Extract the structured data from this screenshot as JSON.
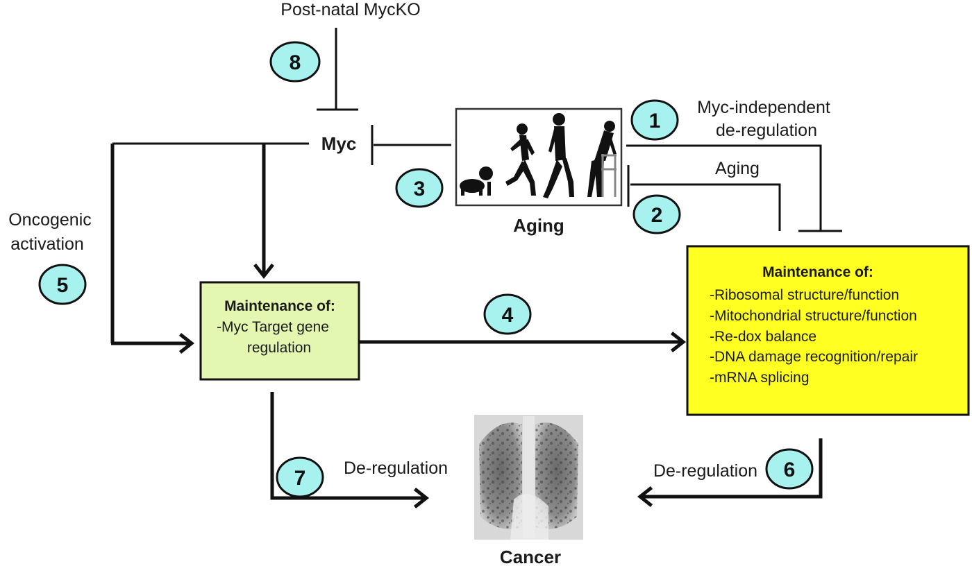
{
  "labels": {
    "post_natal": "Post-natal MycKO",
    "myc": "Myc",
    "myc_independent_line1": "Myc-independent",
    "myc_independent_line2": "de-regulation",
    "aging_small": "Aging",
    "aging_caption": "Aging",
    "oncogenic_line1": "Oncogenic",
    "oncogenic_line2": "activation",
    "deregulation_left": "De-regulation",
    "deregulation_right": "De-regulation",
    "cancer": "Cancer"
  },
  "badges": [
    "1",
    "2",
    "3",
    "4",
    "5",
    "6",
    "7",
    "8"
  ],
  "green_box": {
    "title": "Maintenance of:",
    "lines": [
      "-Myc Target gene",
      "regulation"
    ],
    "fill": "#e3f7b0"
  },
  "yellow_box": {
    "title": "Maintenance of:",
    "lines": [
      "-Ribosomal structure/function",
      "-Mitochondrial structure/function",
      "-Re-dox balance",
      "-DNA damage recognition/repair",
      "-mRNA splicing"
    ],
    "fill": "#ffff22"
  },
  "colors": {
    "badge": "#a7f2ee",
    "line": "#111111"
  },
  "icons": {
    "aging_image": "human-aging-silhouette-icon",
    "cancer_image": "lung-xray-image"
  }
}
